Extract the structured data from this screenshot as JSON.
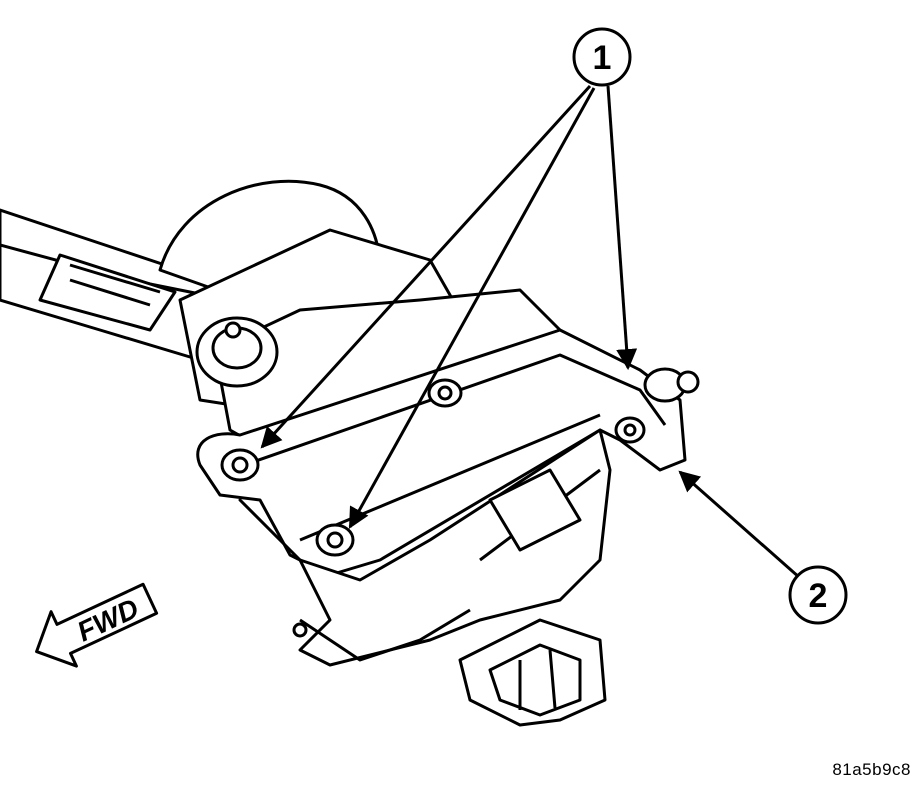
{
  "callouts": [
    {
      "label": "1"
    },
    {
      "label": "2"
    }
  ],
  "direction_arrow": {
    "label": "FWD"
  },
  "figure_id": "81a5b9c8",
  "colors": {
    "ink": "#000000",
    "paper": "#ffffff"
  },
  "icons": {
    "direction": "fwd-arrow-icon",
    "callout": "circled-number-icon"
  }
}
